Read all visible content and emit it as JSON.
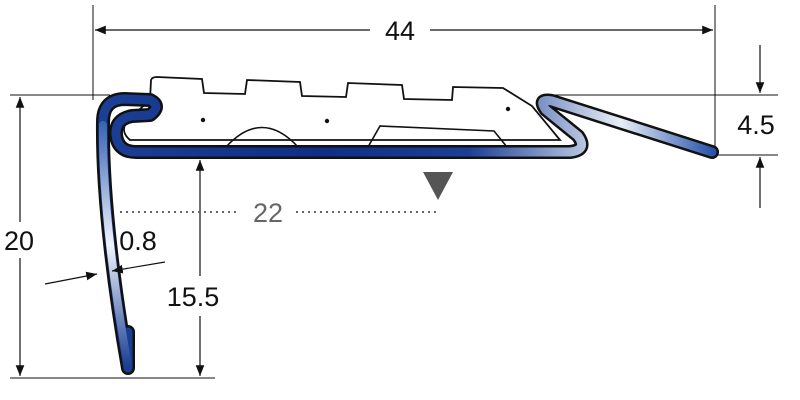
{
  "title": "Stair nosing profile cross-section",
  "dimensions": {
    "width_total": "44",
    "lip_height": "4.5",
    "overall_height": "20",
    "wall_thickness": "0.8",
    "leg_height": "15.5",
    "tread_depth": "22"
  },
  "colors": {
    "profile_blue": "#1b3f95",
    "line": "#111111",
    "dim_grey": "#666666"
  }
}
